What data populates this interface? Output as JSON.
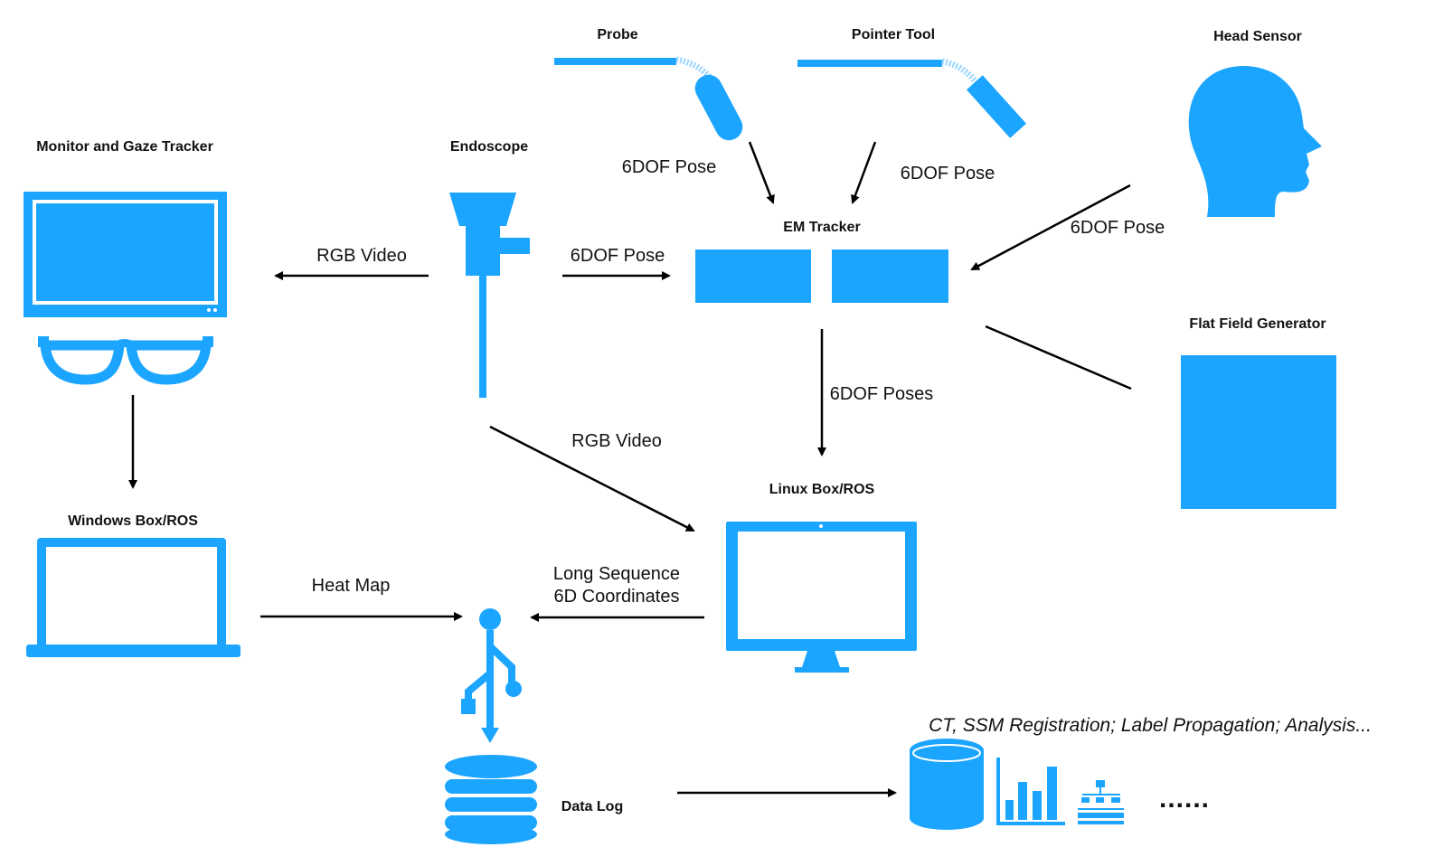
{
  "colors": {
    "icon_blue": "#1ba5ff",
    "arrow": "#000000",
    "text": "#111111"
  },
  "nodes": {
    "probe": "Probe",
    "pointer_tool": "Pointer Tool",
    "head_sensor": "Head Sensor",
    "monitor_gaze": "Monitor and Gaze Tracker",
    "endoscope": "Endoscope",
    "em_tracker": "EM Tracker",
    "flat_field": "Flat Field Generator",
    "linux_box": "Linux Box/ROS",
    "windows_box": "Windows Box/ROS",
    "data_log": "Data Log"
  },
  "edges": {
    "probe_pose": "6DOF Pose",
    "pointer_pose": "6DOF Pose",
    "head_pose": "6DOF Pose",
    "endoscope_pose": "6DOF Pose",
    "endoscope_video_monitor": "RGB Video",
    "endoscope_video_linux": "RGB Video",
    "em_poses": "6DOF Poses",
    "heat_map": "Heat Map",
    "long_seq_line1": "Long Sequence",
    "long_seq_line2": "6D Coordinates"
  },
  "analysis": {
    "caption": "CT, SSM Registration; Label Propagation; Analysis...",
    "more": "......"
  },
  "icons": {
    "probe": "probe-icon",
    "pointer_tool": "pointer-tool-icon",
    "head": "head-icon",
    "monitor": "monitor-icon",
    "glasses": "glasses-icon",
    "endoscope": "endoscope-icon",
    "em_tracker": "em-tracker-icon",
    "flat_field": "flat-field-generator-icon",
    "linux": "desktop-computer-icon",
    "windows": "laptop-icon",
    "usb": "usb-icon",
    "database": "database-icon",
    "analysis_db": "cylinder-database-icon",
    "bar_chart": "bar-chart-icon",
    "hierarchy": "hierarchy-icon"
  }
}
